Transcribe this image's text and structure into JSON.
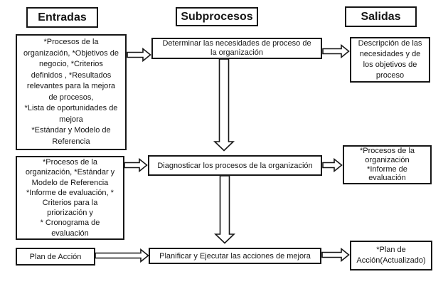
{
  "colors": {
    "line": "#161616",
    "background": "#ffffff"
  },
  "columns": {
    "entradas": {
      "header": "Entradas",
      "boxes": [
        {
          "text": "*Procesos de la\norganización, *Objetivos de\nnegocio, *Criterios\ndefinidos , *Resultados\nrelevantes para la mejora\nde procesos,\n*Lista de oportunidades de\nmejora\n*Estándar y Modelo de\nReferencia"
        },
        {
          "text": "*Procesos de la\norganización, *Estándar y\nModelo de Referencia\n*Informe de evaluación, *\nCriterios para la\npriorización y\n* Cronograma de\nevaluación"
        },
        {
          "text": "Plan de Acción"
        }
      ]
    },
    "subprocesos": {
      "header": "Subprocesos",
      "boxes": [
        {
          "text": "Determinar las necesidades de proceso de\nla organización"
        },
        {
          "text": "Diagnosticar los procesos de la organización"
        },
        {
          "text": "Planificar y Ejecutar las acciones de mejora"
        }
      ]
    },
    "salidas": {
      "header": "Salidas",
      "boxes": [
        {
          "text": "Descripción de las\nnecesidades y de\nlos objetivos de\nproceso"
        },
        {
          "text": "*Procesos de la\norganización\n*Informe de\nevaluación"
        },
        {
          "text": "*Plan de\nAcción(Actualizado)"
        }
      ]
    }
  }
}
